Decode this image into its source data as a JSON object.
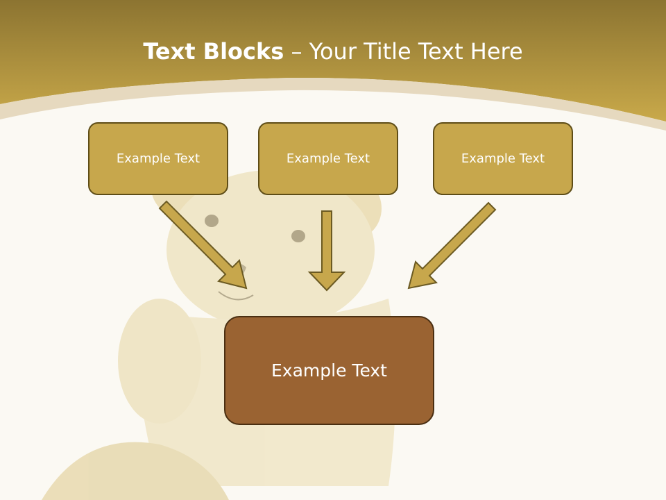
{
  "title": {
    "bold": "Text Blocks",
    "dash": " – ",
    "rest": "Your Title Text Here"
  },
  "boxes": {
    "left": "Example Text",
    "center": "Example Text",
    "right": "Example Text",
    "bottom": "Example Text"
  },
  "colors": {
    "header": "#c5a548",
    "small_box": "#c7a74c",
    "large_box": "#9a6332",
    "arrow": "#c7a74c",
    "background": "#fbf9f3"
  }
}
